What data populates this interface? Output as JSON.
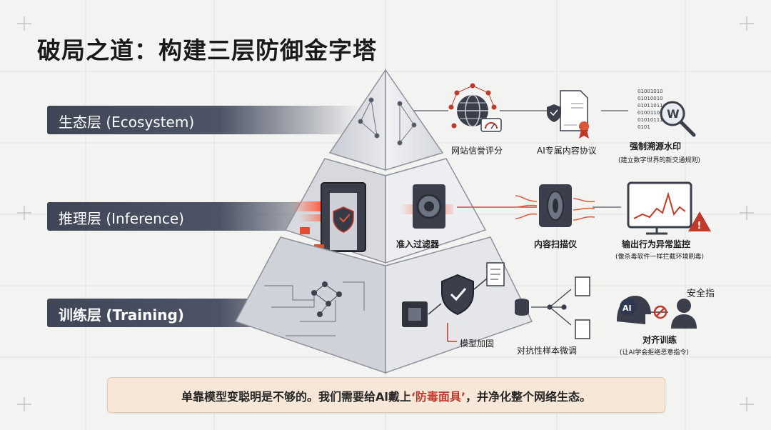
{
  "title": "破局之道：构建三层防御金字塔",
  "layers": [
    {
      "name": "生态层",
      "english": "(Ecosystem)"
    },
    {
      "name": "推理层",
      "english": "(Inference)"
    },
    {
      "name": "训练层",
      "english": "(Training)"
    }
  ],
  "ecosystem": {
    "website_score": "网站信誉评分",
    "ai_protocol": "AI专属内容协议",
    "watermark": "强制溯源水印",
    "watermark_note": "(建立数字世界的新交通规则)"
  },
  "inference": {
    "filter": "准入过滤器",
    "scanner": "内容扫描仪",
    "monitor": "输出行为异常监控",
    "monitor_note": "(像杀毒软件一样拦截环境刷毒)"
  },
  "training": {
    "hardening": "模型加固",
    "adversarial": "对抗性样本微调",
    "alignment": "对齐训练",
    "alignment_note": "(让AI学会拒绝恶意指令)",
    "safety": "安全指",
    "ai_badge": "AI"
  },
  "bottom": {
    "prefix": "单靠模型变聪明是不够的。我们需要给Al戴上",
    "highlight": "‘防毒面具’",
    "suffix": "，并净化整个网络生态。"
  },
  "colors": {
    "accent": "#c0392b",
    "bar": "#454c5d",
    "callout_bg": "#f6e7d8"
  },
  "icons": [
    "globe-icon",
    "gauge-icon",
    "document-icon",
    "shield-icon",
    "ribbon-icon",
    "magnifier-icon",
    "scanner-icon",
    "monitor-chart-icon",
    "warning-icon",
    "database-icon",
    "chip-icon",
    "robot-head-icon",
    "person-icon",
    "prohibit-icon"
  ]
}
